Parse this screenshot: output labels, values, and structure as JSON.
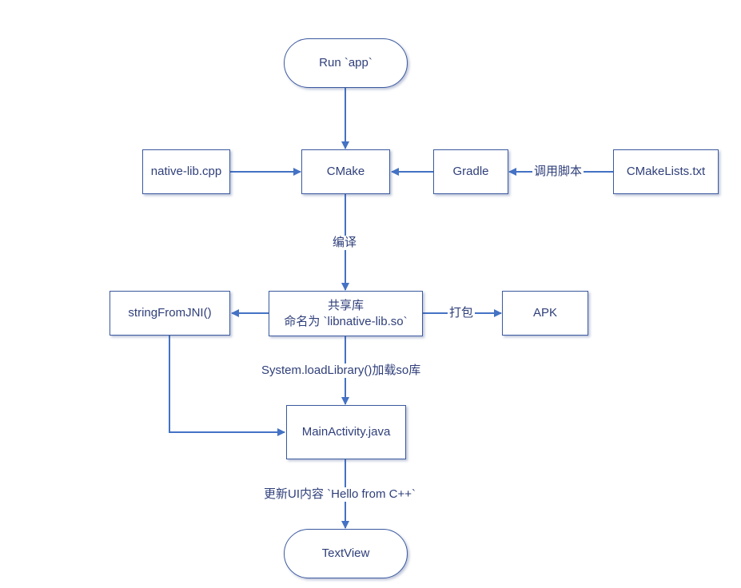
{
  "colors": {
    "line": "#4472c4",
    "border": "#3b5aa0",
    "text": "#2f3f7a"
  },
  "nodes": {
    "run_app": "Run `app`",
    "cmake": "CMake",
    "native_lib": "native-lib.cpp",
    "gradle": "Gradle",
    "cmakelists": "CMakeLists.txt",
    "shared_lib_line1": "共享库",
    "shared_lib_line2": "命名为 `libnative-lib.so`",
    "string_from_jni": "stringFromJNI()",
    "apk": "APK",
    "main_activity": "MainActivity.java",
    "text_view": "TextView"
  },
  "edges": {
    "compile": "编译",
    "invoke_script": "调用脚本",
    "package": "打包",
    "load_library": "System.loadLibrary()加载so库",
    "update_ui": "更新UI内容 `Hello from C++`"
  }
}
